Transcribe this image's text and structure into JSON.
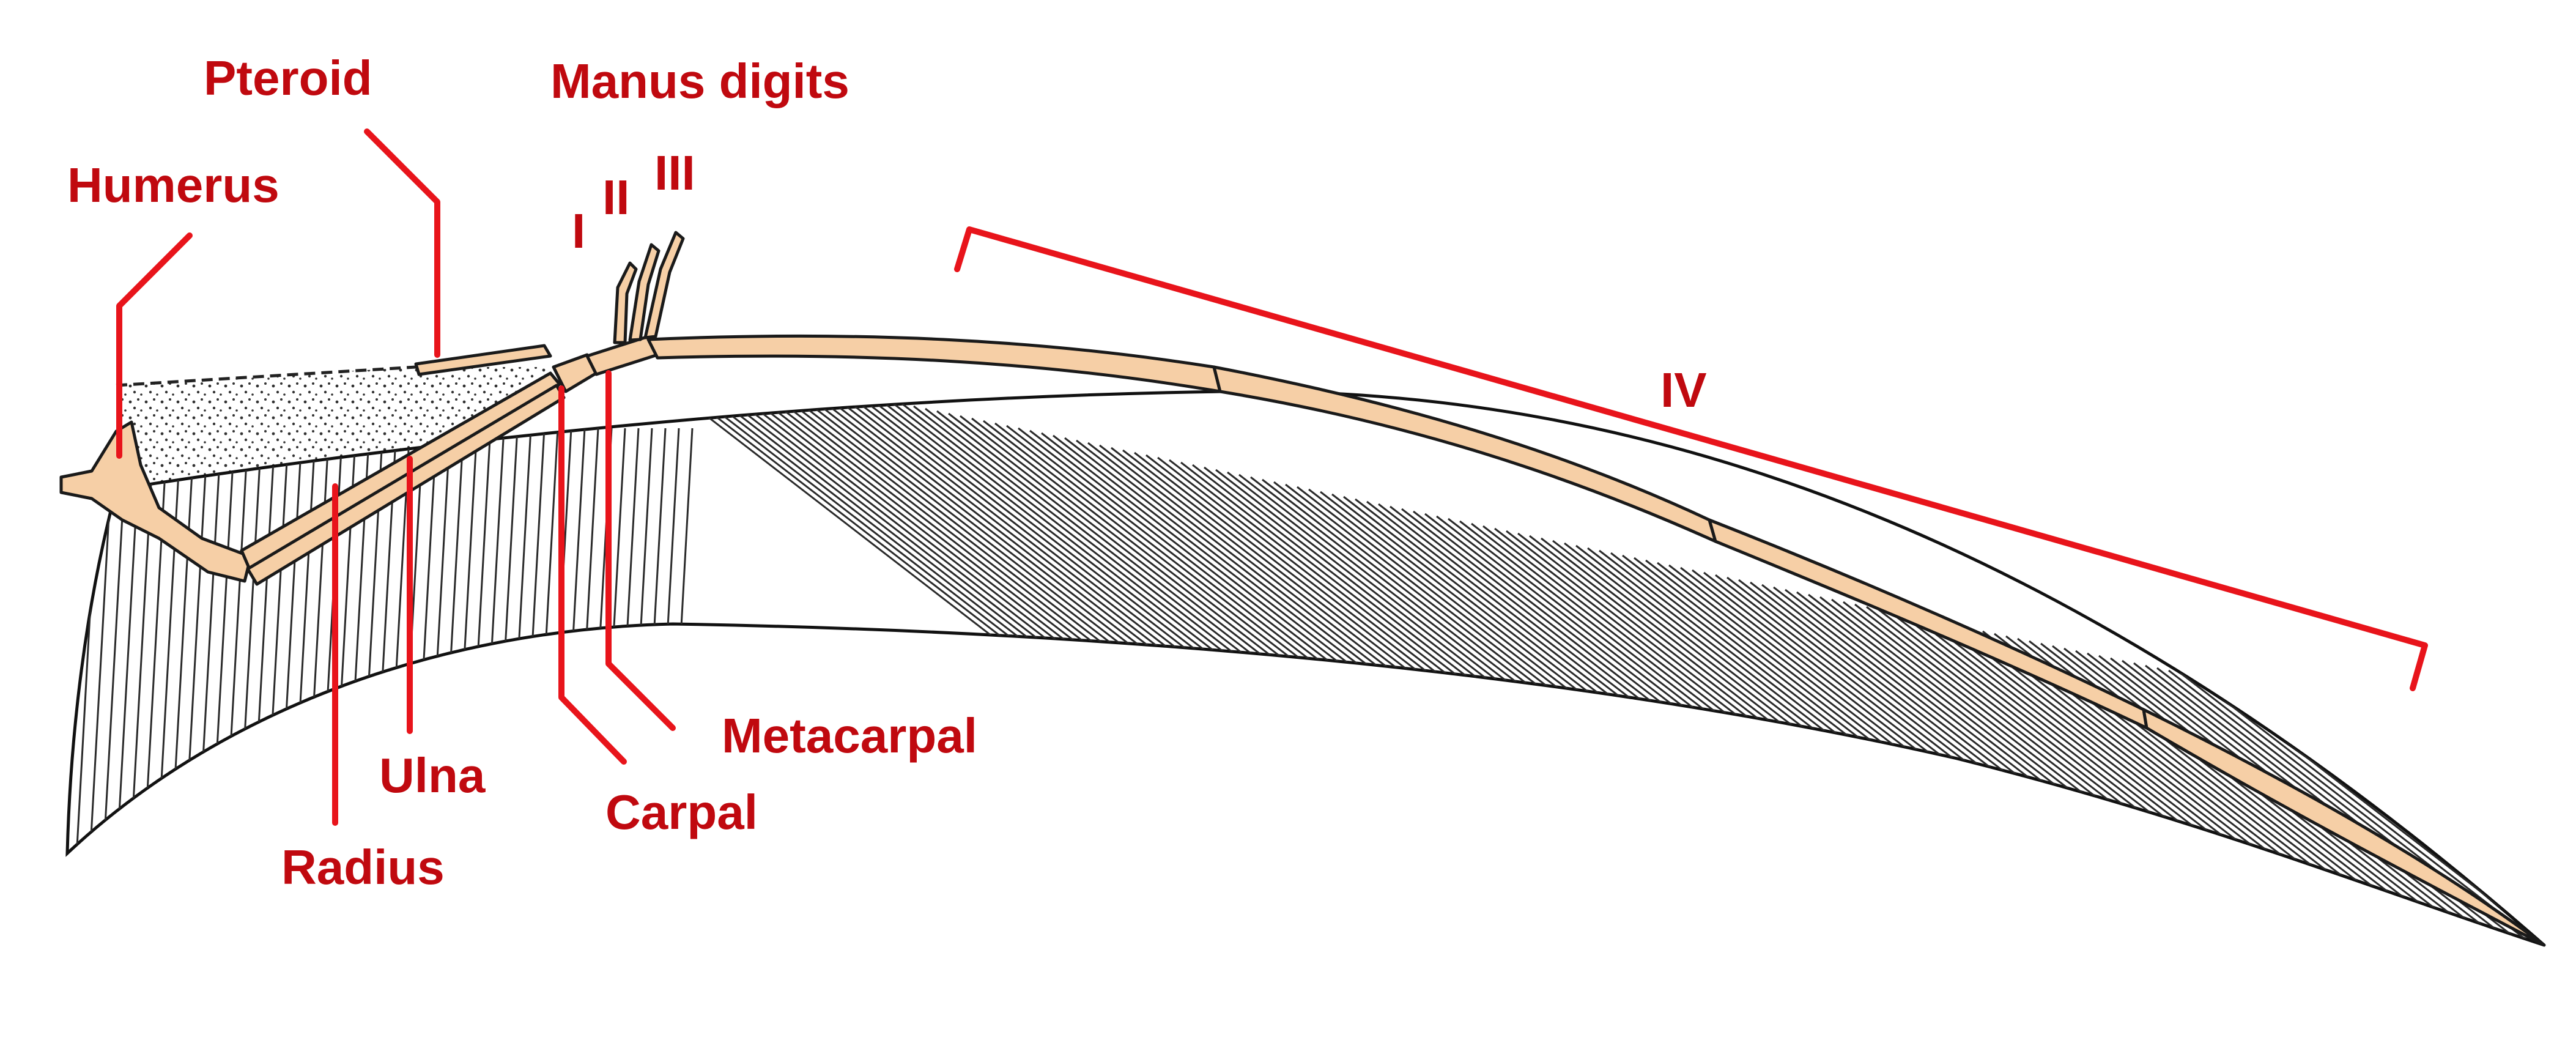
{
  "labels": {
    "humerus": "Humerus",
    "pteroid": "Pteroid",
    "manus_digits": "Manus digits",
    "digit_i": "I",
    "digit_ii": "II",
    "digit_iii": "III",
    "digit_iv": "IV",
    "metacarpal": "Metacarpal",
    "carpal": "Carpal",
    "ulna": "Ulna",
    "radius": "Radius"
  },
  "colors": {
    "label": "#c0090f",
    "leader_line": "#e8141b",
    "bone": "#f6cfa6",
    "outline": "#1a1a1a"
  }
}
